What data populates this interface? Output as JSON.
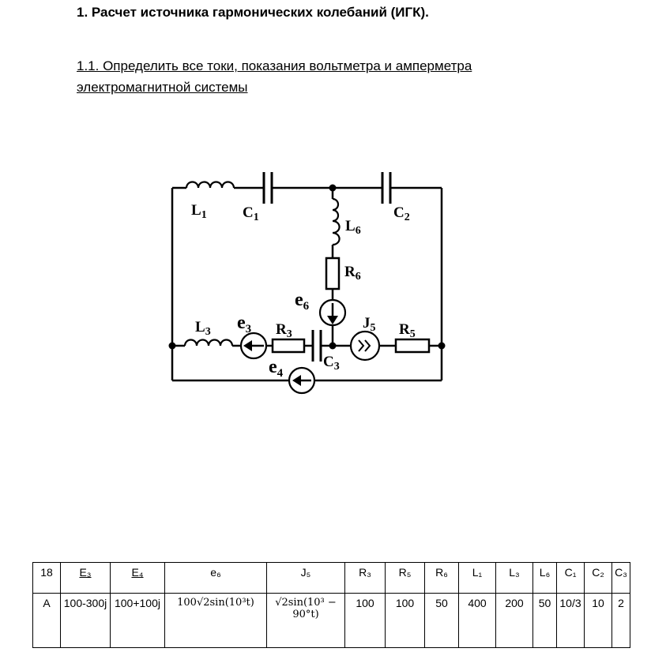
{
  "heading": "1.  Расчет источника гармонических колебаний (ИГК).",
  "subheading": "1.1. Определить все токи, показания вольтметра и амперметра электромагнитной системы",
  "circuit": {
    "labels": {
      "L1": "L",
      "L1_sub": "1",
      "C1": "C",
      "C1_sub": "1",
      "C2": "C",
      "C2_sub": "2",
      "L6": "L",
      "L6_sub": "6",
      "R6": "R",
      "R6_sub": "6",
      "e6": "e",
      "e6_sub": "6",
      "L3": "L",
      "L3_sub": "3",
      "e3": "e",
      "e3_sub": "3",
      "R3": "R",
      "R3_sub": "3",
      "J5": "J",
      "J5_sub": "5",
      "R5": "R",
      "R5_sub": "5",
      "C3": "C",
      "C3_sub": "3",
      "e4": "e",
      "e4_sub": "4"
    }
  },
  "table": {
    "headers": [
      "18",
      "E₃",
      "E₄",
      "e₆",
      "J₅",
      "R₃",
      "R₅",
      "R₆",
      "L₁",
      "L₃",
      "L₆",
      "C₁",
      "C₂",
      "C₃"
    ],
    "row": [
      "A",
      "100-300j",
      "100+100j",
      "100√2sin(10³t)",
      "√2sin(10³ − 90°t)",
      "100",
      "100",
      "50",
      "400",
      "200",
      "50",
      "10/3",
      "10",
      "2"
    ]
  }
}
